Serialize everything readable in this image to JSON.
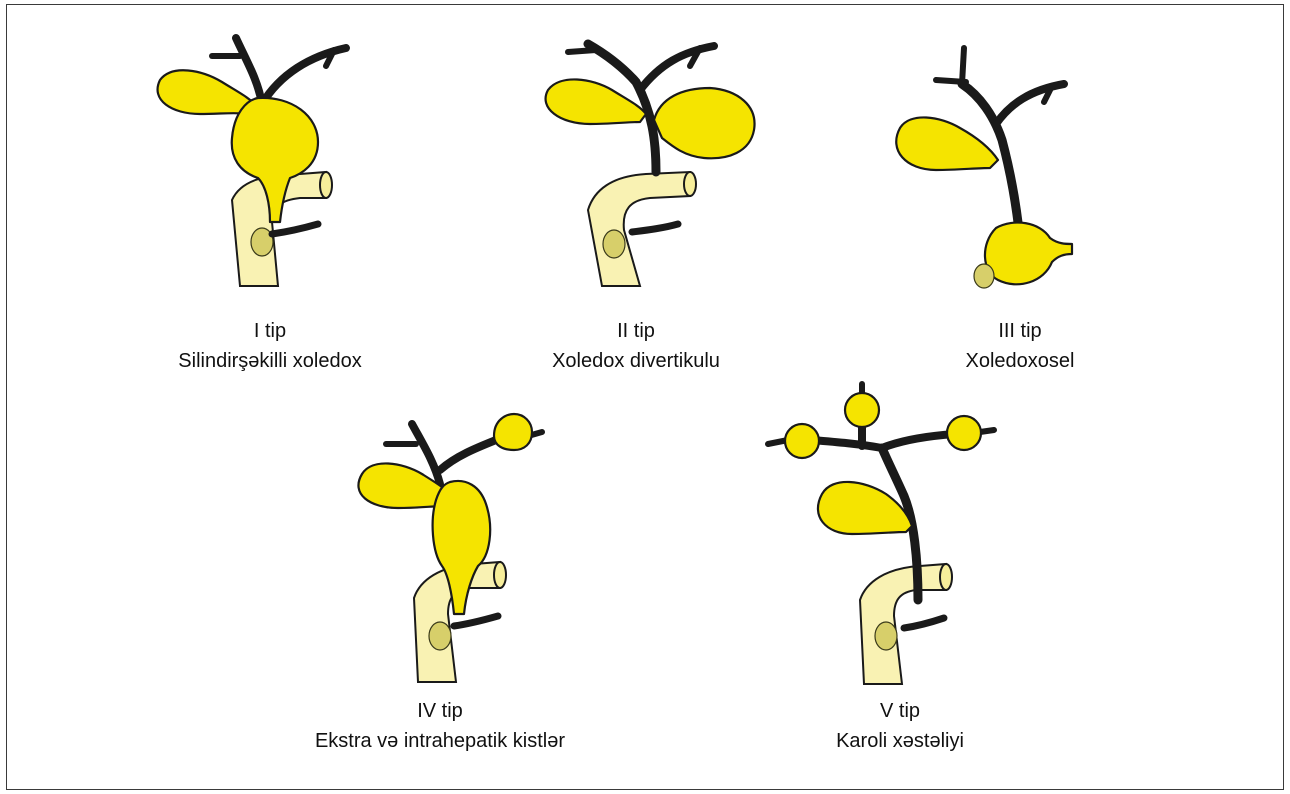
{
  "panels": [
    {
      "type_label": "I tip",
      "name": "Silindirşəkilli xoledox"
    },
    {
      "type_label": "II tip",
      "name": "Xoledox divertikulu"
    },
    {
      "type_label": "III tip",
      "name": "Xoledoxosel"
    },
    {
      "type_label": "IV tip",
      "name": "Ekstra və intrahepatik kistlər"
    },
    {
      "type_label": "V tip",
      "name": "Karoli xəstəliyi"
    }
  ],
  "colors": {
    "bile": "#f5e400",
    "duodenum": "#f7ee9a",
    "outline": "#1a1a1a"
  }
}
